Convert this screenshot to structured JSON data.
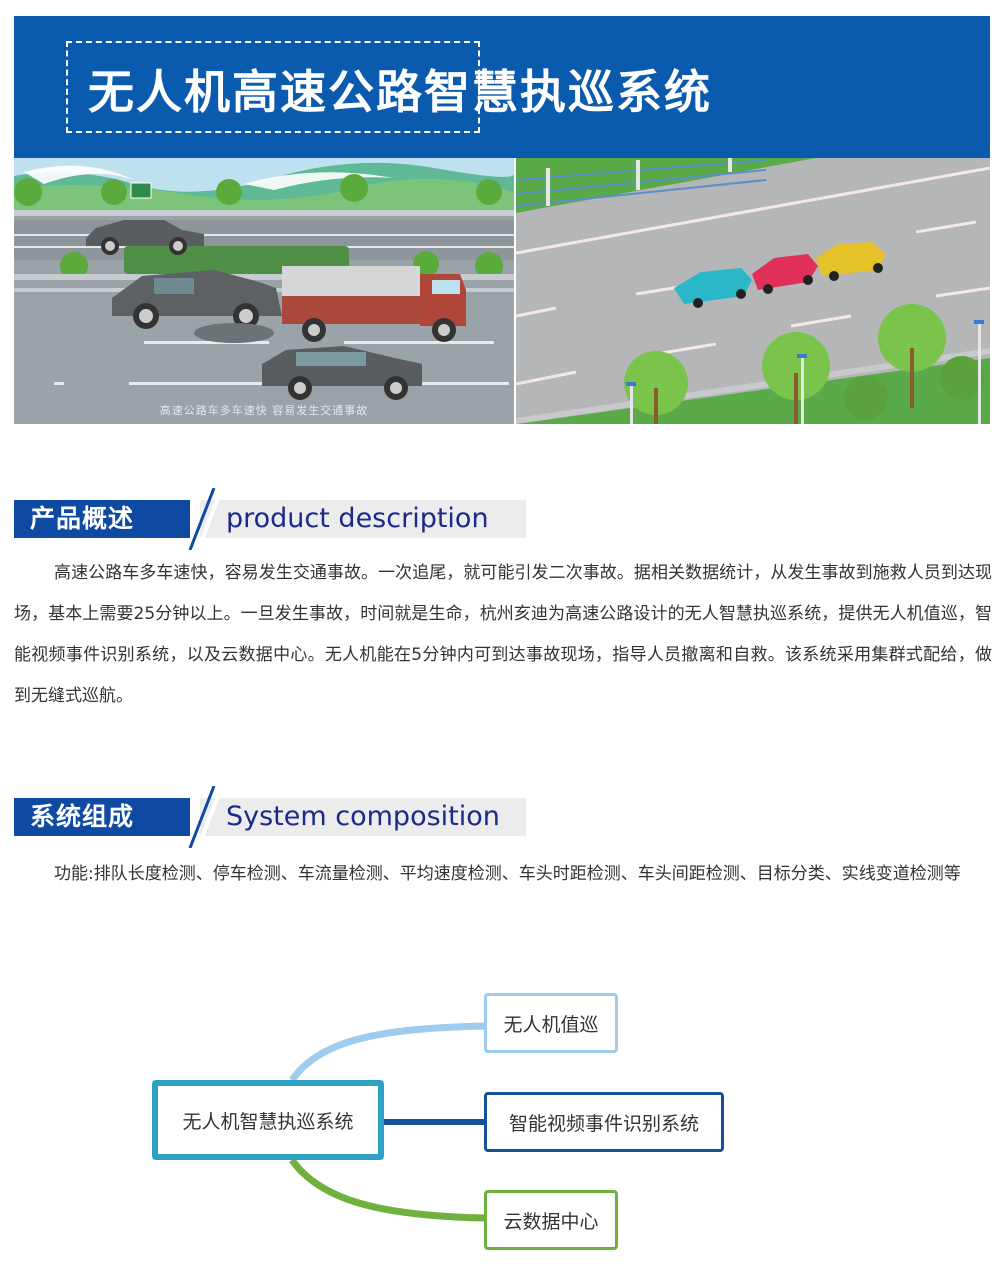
{
  "banner": {
    "title": "无人机高速公路智慧执巡系统",
    "background_color": "#0a5aad"
  },
  "illustrations": {
    "left": {
      "caption": "高速公路车多车速快 容易发生交通事故",
      "description": "rear-end collision between grey sedan and red truck on highway"
    },
    "right": {
      "description": "chain collision of cyan, red and yellow cars on highway"
    }
  },
  "sections": [
    {
      "title_cn": "产品概述",
      "title_en": "product description",
      "paragraph": "高速公路车多车速快，容易发生交通事故。一次追尾，就可能引发二次事故。据相关数据统计，从发生事故到施救人员到达现场，基本上需要25分钟以上。一旦发生事故，时间就是生命，杭州亥迪为高速公路设计的无人智慧执巡系统，提供无人机值巡，智能视频事件识别系统，以及云数据中心。无人机能在5分钟内可到达事故现场，指导人员撤离和自救。该系统采用集群式配给，做到无缝式巡航。"
    },
    {
      "title_cn": "系统组成",
      "title_en": "System composition",
      "paragraph": "功能:排队长度检测、停车检测、车流量检测、平均速度检测、车头时距检测、车头间距检测、目标分类、实线变道检测等"
    }
  ],
  "mindmap": {
    "root": "无人机智慧执巡系统",
    "children": [
      {
        "label": "无人机值巡",
        "color": "#9ecbee"
      },
      {
        "label": "智能视频事件识别系统",
        "color": "#164f9a"
      },
      {
        "label": "云数据中心",
        "color": "#6fb13c"
      }
    ],
    "root_color": "#2fa0c5"
  },
  "colors": {
    "section_head_bg": "#0e4aa2",
    "section_en_text": "#1a2a8a",
    "section_en_bg": "#ececec"
  }
}
